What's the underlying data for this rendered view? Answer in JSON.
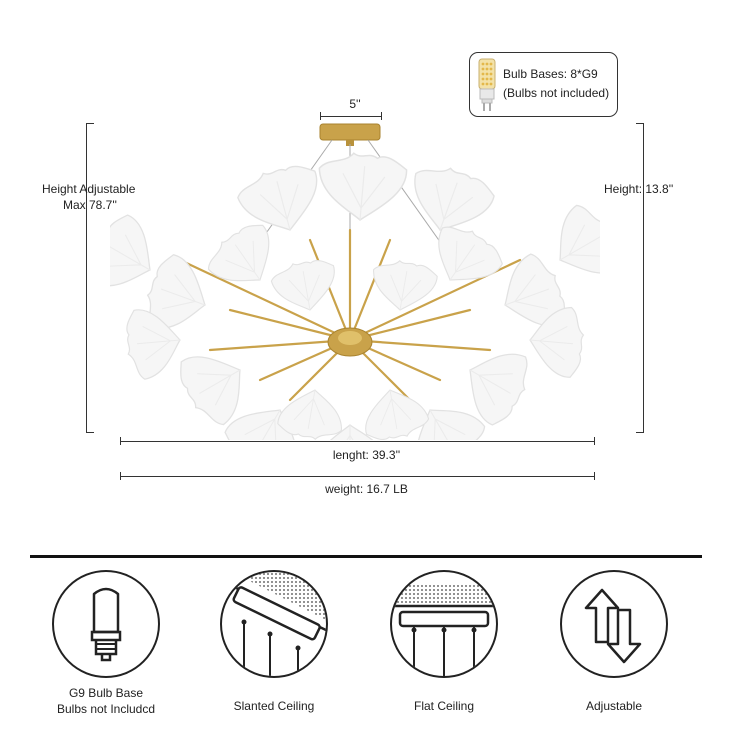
{
  "bulb_info": {
    "line1": "Bulb Bases: 8*G9",
    "line2": "(Bulbs not included)"
  },
  "dimensions": {
    "canopy_width": "5''",
    "height_adjustable_line1": "Height Adjustable",
    "height_adjustable_line2": "Max 78.7''",
    "height": "Height: 13.8''",
    "length": "lenght: 39.3''",
    "weight": "weight: 16.7 LB"
  },
  "features": [
    {
      "icon": "g9-bulb-icon",
      "line1": "G9 Bulb Base",
      "line2": "Bulbs not Includcd"
    },
    {
      "icon": "slanted-ceiling-icon",
      "line1": "Slanted Ceiling",
      "line2": ""
    },
    {
      "icon": "flat-ceiling-icon",
      "line1": "Flat Ceiling",
      "line2": ""
    },
    {
      "icon": "adjustable-arrows-icon",
      "line1": "Adjustable",
      "line2": ""
    }
  ],
  "colors": {
    "gold": "#c9a24a",
    "leaf": "#f4f4f4",
    "line": "#333333"
  }
}
